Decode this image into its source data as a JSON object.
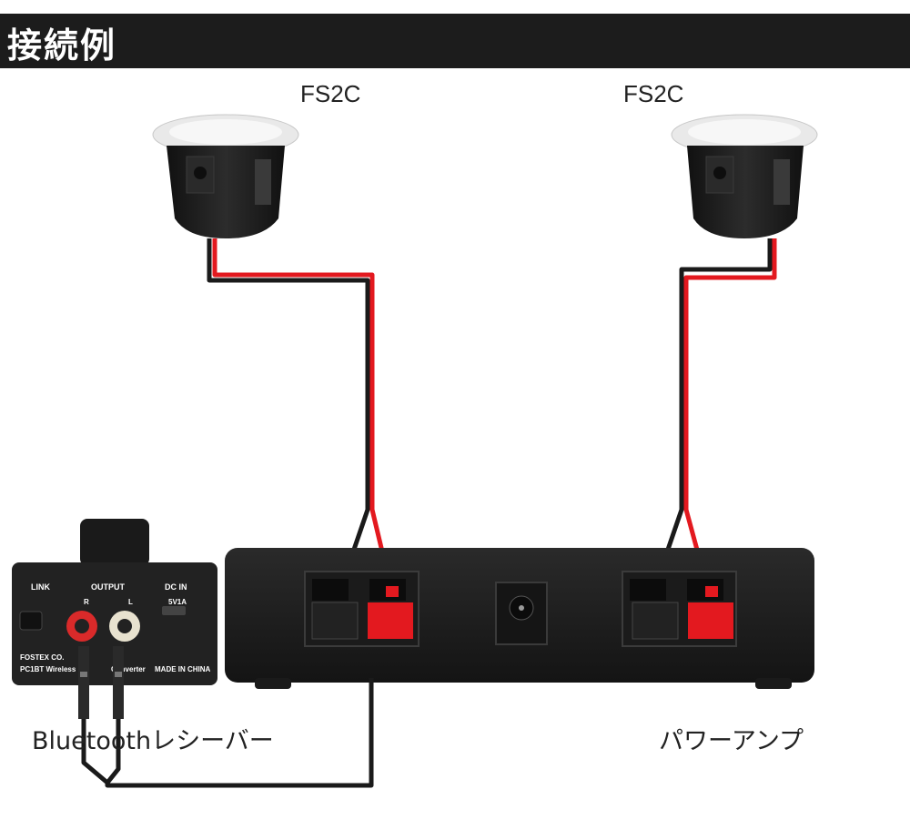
{
  "header": {
    "title": "接続例"
  },
  "speakers": [
    {
      "label": "FS2C"
    },
    {
      "label": "FS2C"
    }
  ],
  "receiver": {
    "label": "Bluetoothレシーバー",
    "panel": {
      "link": "LINK",
      "output": "OUTPUT",
      "dc_in": "DC IN",
      "r": "R",
      "l": "L",
      "power_spec": "5V1A",
      "maker": "FOSTEX CO.",
      "model": "PC1BT  Wireless",
      "model_tail": "Converter",
      "origin": "MADE IN CHINA"
    }
  },
  "amplifier": {
    "label": "パワーアンプ"
  },
  "colors": {
    "wire_red": "#e3191f",
    "wire_black": "#1a1a1a",
    "header_bg": "#1c1c1c"
  }
}
